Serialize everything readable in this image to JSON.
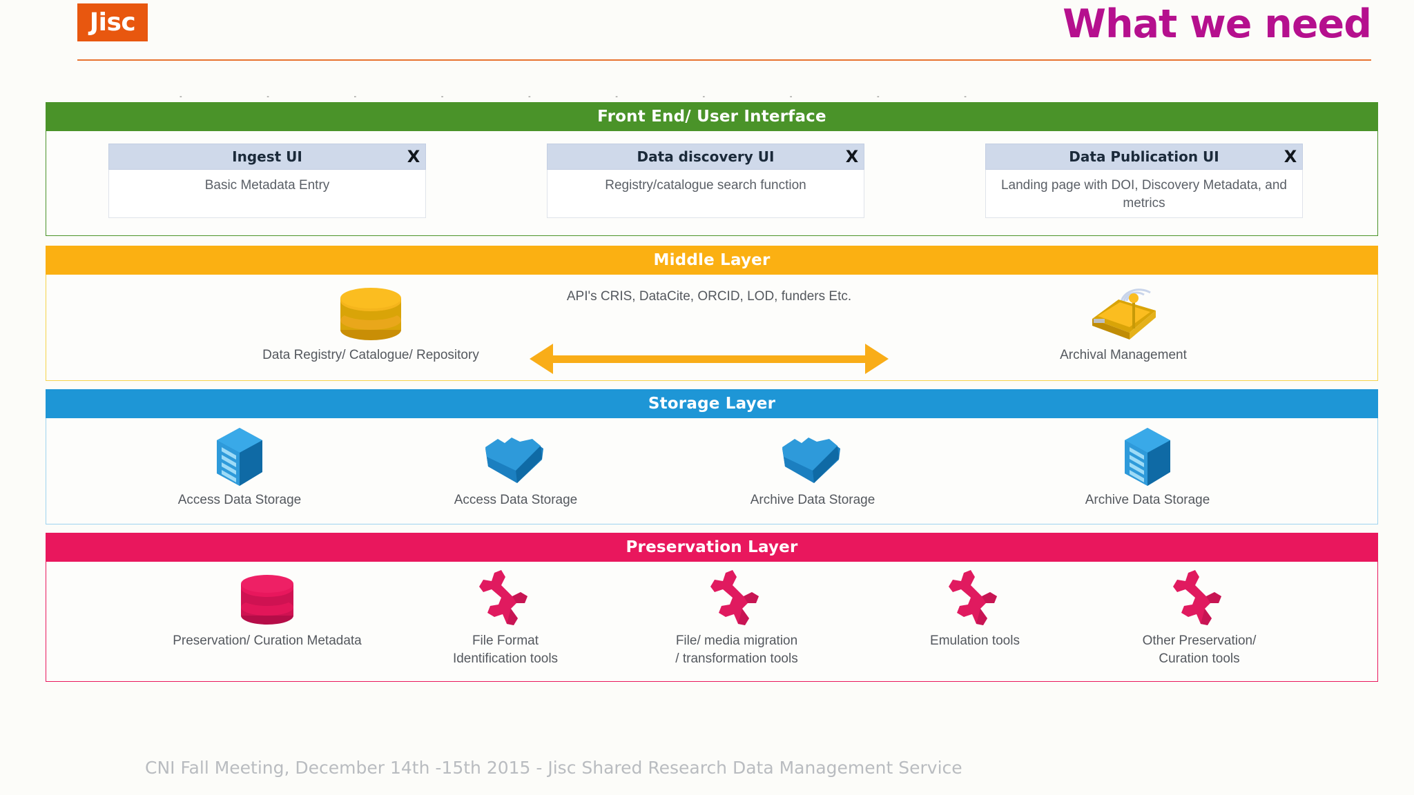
{
  "header": {
    "logo_text": "Jisc",
    "title": "What we need",
    "accent_rule_color": "#e8722f",
    "title_color": "#b5108e",
    "logo_bg": "#e8570f"
  },
  "ghost_marks": [
    "-",
    "-",
    "-",
    "-",
    "-",
    "-",
    "-",
    "-",
    "-",
    "-"
  ],
  "footer": {
    "text": "CNI Fall Meeting, December 14th -15th 2015 - Jisc Shared Research Data Management Service"
  },
  "diagram": {
    "layers": [
      {
        "id": "frontend",
        "title": "Front End/ User Interface",
        "color": "#4a9329",
        "cards": [
          {
            "title": "Ingest UI",
            "close": "X",
            "body": "Basic Metadata Entry"
          },
          {
            "title": "Data discovery UI",
            "close": "X",
            "body": "Registry/catalogue search function"
          },
          {
            "title": "Data Publication UI",
            "close": "X",
            "body": "Landing page with DOI, Discovery Metadata, and metrics"
          }
        ]
      },
      {
        "id": "middle",
        "title": "Middle Layer",
        "color": "#fbb012",
        "items": [
          {
            "icon": "database-cylinder-icon",
            "label": "Data Registry/ Catalogue/ Repository"
          },
          {
            "icon": "archive-broadcast-icon",
            "label": "Archival Management"
          }
        ],
        "api_text": "API's CRIS, DataCite,\nORCID, LOD, funders Etc.",
        "arrow": {
          "direction": "bidirectional",
          "color": "#f9ad18"
        }
      },
      {
        "id": "storage",
        "title": "Storage Layer",
        "color": "#1e96d6",
        "items": [
          {
            "icon": "server-rack-icon",
            "label": "Access Data Storage"
          },
          {
            "icon": "cloud-icon",
            "label": "Access Data Storage"
          },
          {
            "icon": "cloud-icon",
            "label": "Archive Data Storage"
          },
          {
            "icon": "server-rack-icon",
            "label": "Archive Data Storage"
          }
        ]
      },
      {
        "id": "preservation",
        "title": "Preservation Layer",
        "color": "#e9175d",
        "items": [
          {
            "icon": "database-cylinder-icon",
            "label": "Preservation/ Curation Metadata"
          },
          {
            "icon": "tools-wrench-icon",
            "label": "File Format\nIdentification tools"
          },
          {
            "icon": "tools-wrench-icon",
            "label": "File/ media migration\n/ transformation tools"
          },
          {
            "icon": "tools-wrench-icon",
            "label": "Emulation tools"
          },
          {
            "icon": "tools-wrench-icon",
            "label": "Other Preservation/\nCuration tools"
          }
        ]
      }
    ]
  }
}
